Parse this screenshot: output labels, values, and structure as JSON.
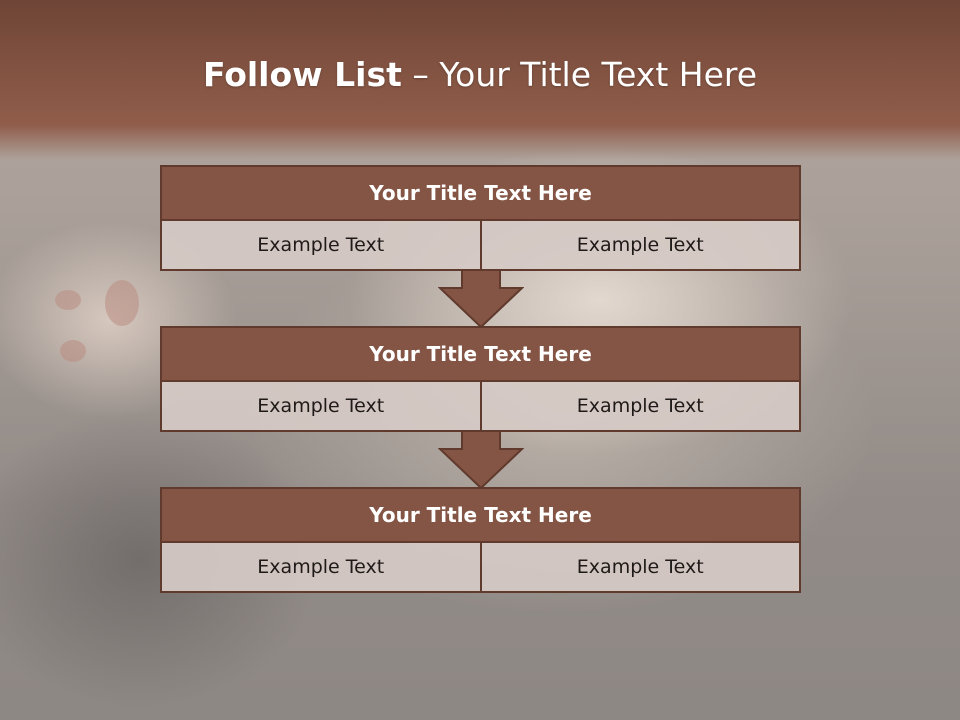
{
  "slide": {
    "title_bold": "Follow List",
    "title_rest": " – Your Title Text Here"
  },
  "blocks": [
    {
      "title": "Your Title Text Here",
      "cells": [
        "Example Text",
        "Example Text"
      ]
    },
    {
      "title": "Your Title Text Here",
      "cells": [
        "Example Text",
        "Example Text"
      ]
    },
    {
      "title": "Your Title Text Here",
      "cells": [
        "Example Text",
        "Example Text"
      ]
    }
  ],
  "colors": {
    "header": "#845444",
    "border": "#5f3a2d",
    "cell": "#d6cac6",
    "arrow": "#845444"
  },
  "icons": [
    "down-arrow-icon"
  ]
}
